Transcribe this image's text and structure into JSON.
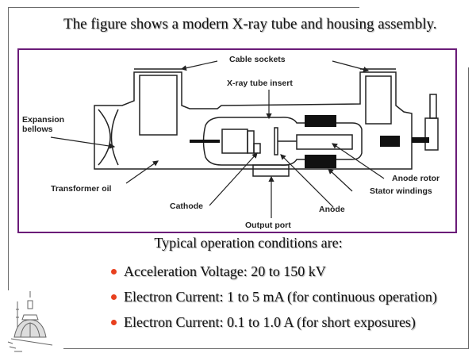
{
  "slide": {
    "title": "The figure shows a modern X-ray tube and housing assembly.",
    "figure": {
      "labels": {
        "cable_sockets": "Cable sockets",
        "xray_tube_insert": "X-ray tube insert",
        "expansion_bellows_line1": "Expansion",
        "expansion_bellows_line2": "bellows",
        "transformer_oil": "Transformer oil",
        "cathode": "Cathode",
        "output_port": "Output port",
        "anode": "Anode",
        "anode_rotor": "Anode rotor",
        "stator_windings": "Stator windings"
      }
    },
    "conditions_heading": "Typical operation conditions are:",
    "conditions": [
      "Acceleration Voltage: 20 to 150 kV",
      "Electron Current: 1 to 5 mA (for continuous operation)",
      "Electron Current: 0.1 to 1.0 A (for short exposures)"
    ],
    "colors": {
      "figure_border": "#6a1b78",
      "bullet": "#e8401e"
    },
    "logo_icon": "dome-building-icon"
  }
}
